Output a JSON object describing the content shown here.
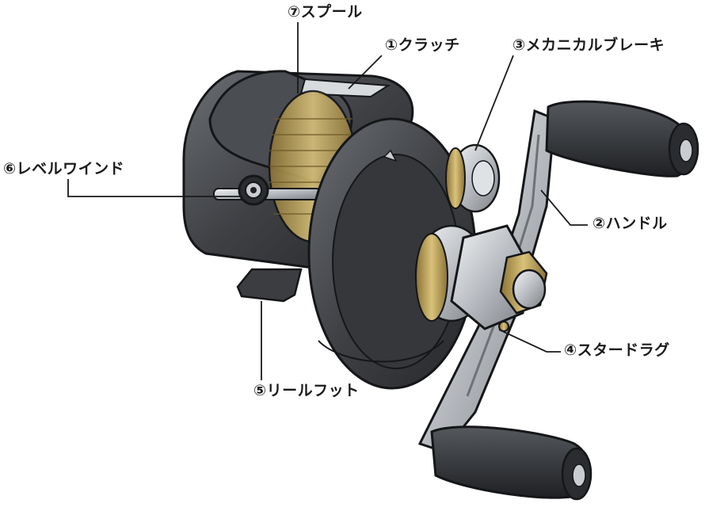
{
  "diagram": {
    "subject": "baitcasting-reel-icon",
    "parts": [
      {
        "id": "clutch",
        "label": "①クラッチ"
      },
      {
        "id": "handle",
        "label": "②ハンドル"
      },
      {
        "id": "mechanical-brake",
        "label": "③メカニカルブレーキ"
      },
      {
        "id": "star-drag",
        "label": "④スタードラグ"
      },
      {
        "id": "reel-foot",
        "label": "⑤リールフット"
      },
      {
        "id": "level-wind",
        "label": "⑥レベルワインド"
      },
      {
        "id": "spool",
        "label": "⑦スプール"
      }
    ]
  },
  "colors": {
    "body_dark": "#3a3c40",
    "body_mid": "#5c5f64",
    "gold": "#b89a4e",
    "silver": "#c8ccd0",
    "grip": "#2e3034",
    "leader_line": "#1a1a1a"
  }
}
